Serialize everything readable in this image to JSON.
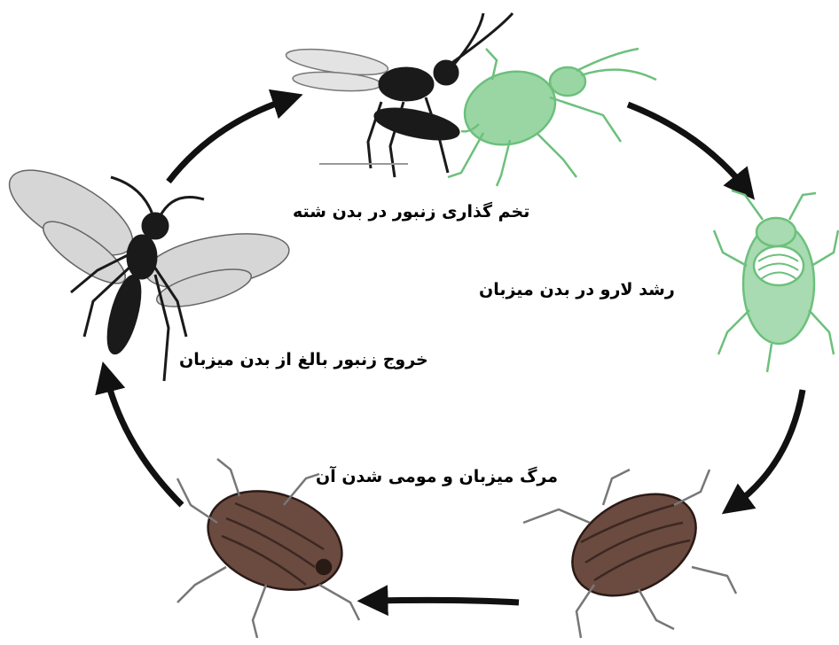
{
  "diagram": {
    "stages": {
      "oviposition": "تخم گذاری زنبور در بدن شته",
      "larva_growth": "رشد لارو در بدن میزبان",
      "mummification": "مرگ میزبان و مومی شدن آن",
      "emergence": "خروج زنبور بالغ از بدن میزبان"
    },
    "colors": {
      "arrow": "#111111",
      "aphid_green": "#7cc98a",
      "mummy_brown": "#6b4a40",
      "wasp_black": "#1a1a1a",
      "wing_gray": "#cfcfcf"
    }
  }
}
